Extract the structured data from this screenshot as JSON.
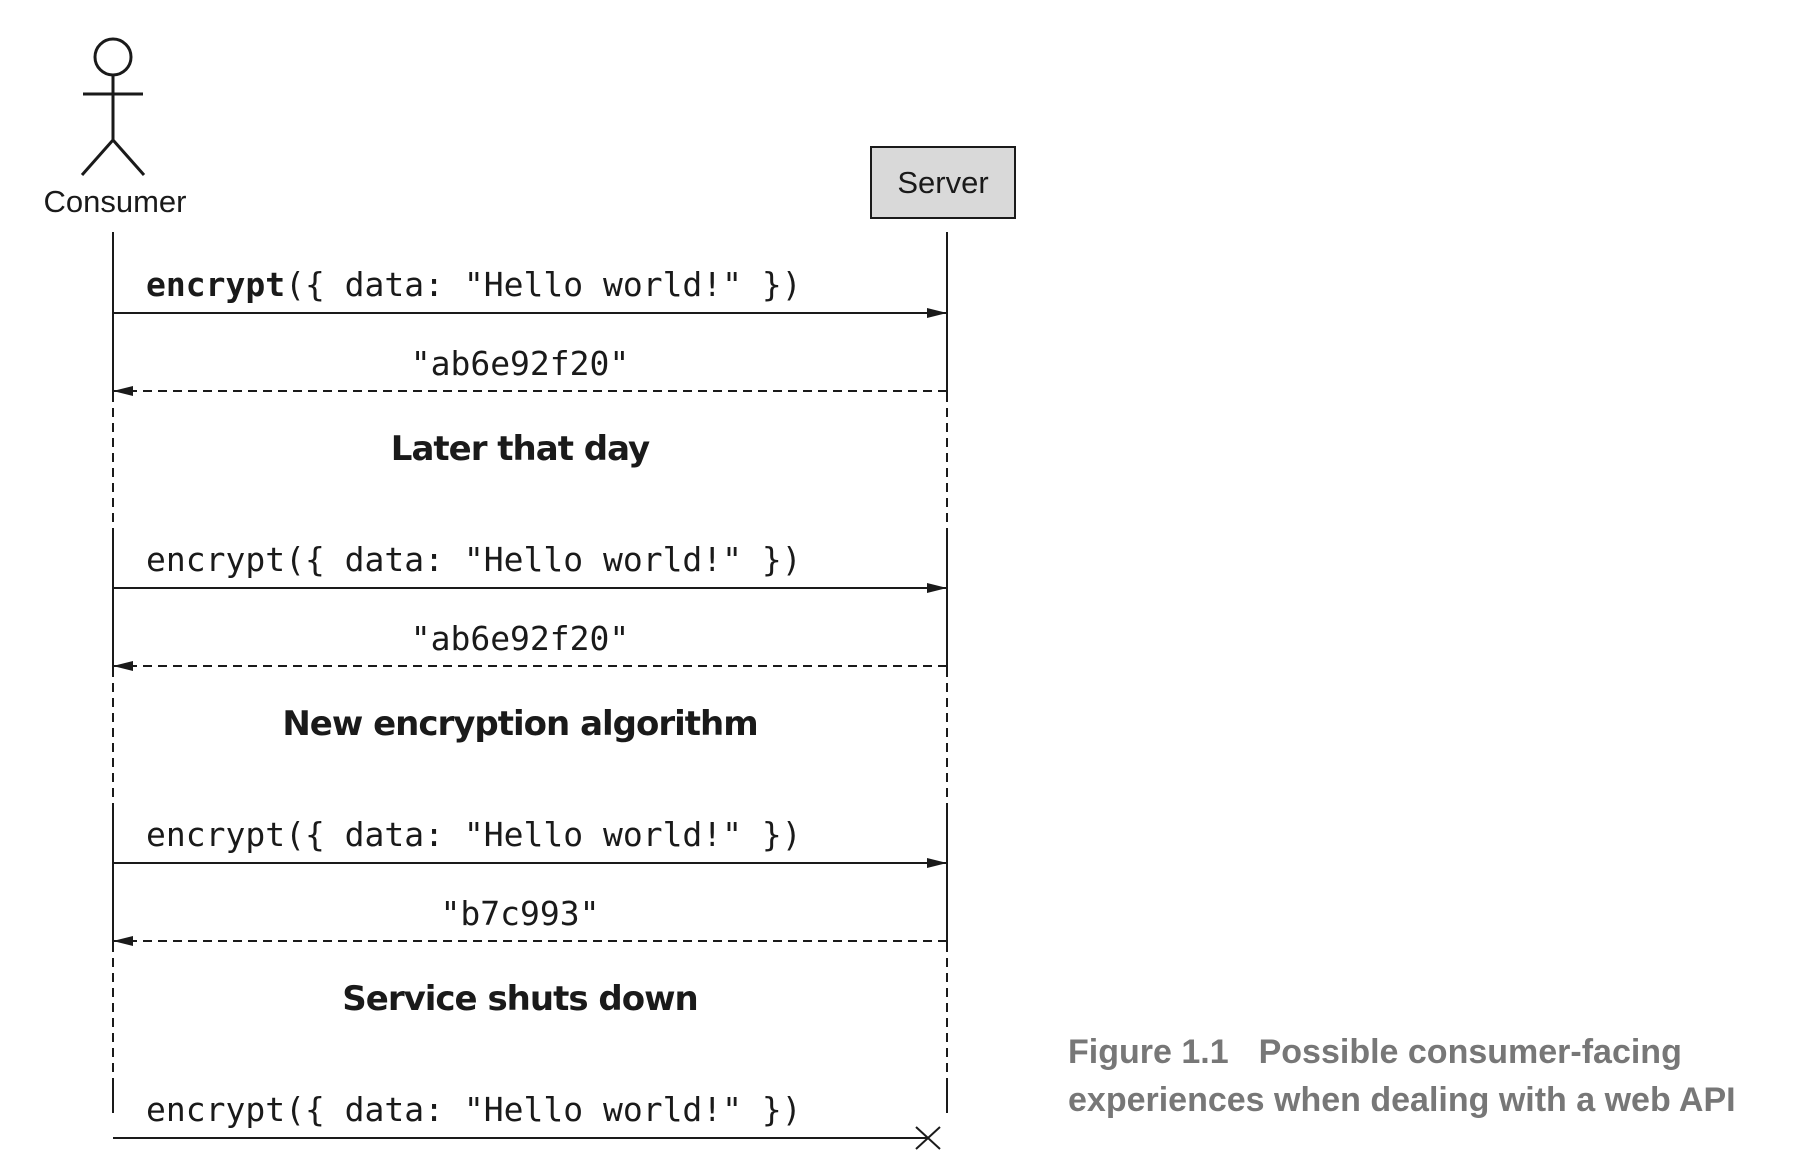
{
  "participants": {
    "consumer": {
      "label": "Consumer"
    },
    "server": {
      "label": "Server"
    }
  },
  "messages": [
    {
      "direction": "request",
      "fn": "encrypt",
      "args": "({ data: \"Hello world!\" })",
      "fn_bold": true
    },
    {
      "direction": "response",
      "text": "\"ab6e92f20\""
    },
    {
      "direction": "section",
      "text": "Later that day"
    },
    {
      "direction": "request",
      "fn": "encrypt",
      "args": "({ data: \"Hello world!\" })",
      "fn_bold": false
    },
    {
      "direction": "response",
      "text": "\"ab6e92f20\""
    },
    {
      "direction": "section",
      "text": "New encryption algorithm"
    },
    {
      "direction": "request",
      "fn": "encrypt",
      "args": "({ data: \"Hello world!\" })",
      "fn_bold": false
    },
    {
      "direction": "response",
      "text": "\"b7c993\""
    },
    {
      "direction": "section",
      "text": "Service shuts down"
    },
    {
      "direction": "lost",
      "fn": "encrypt",
      "args": "({ data: \"Hello world!\" })",
      "fn_bold": false
    }
  ],
  "caption": {
    "number": "Figure 1.1",
    "text": "Possible consumer-facing experiences when dealing with a web API"
  },
  "colors": {
    "ink": "#1a1a1a",
    "server_box_fill": "#d9d9d9",
    "caption": "#777777"
  }
}
